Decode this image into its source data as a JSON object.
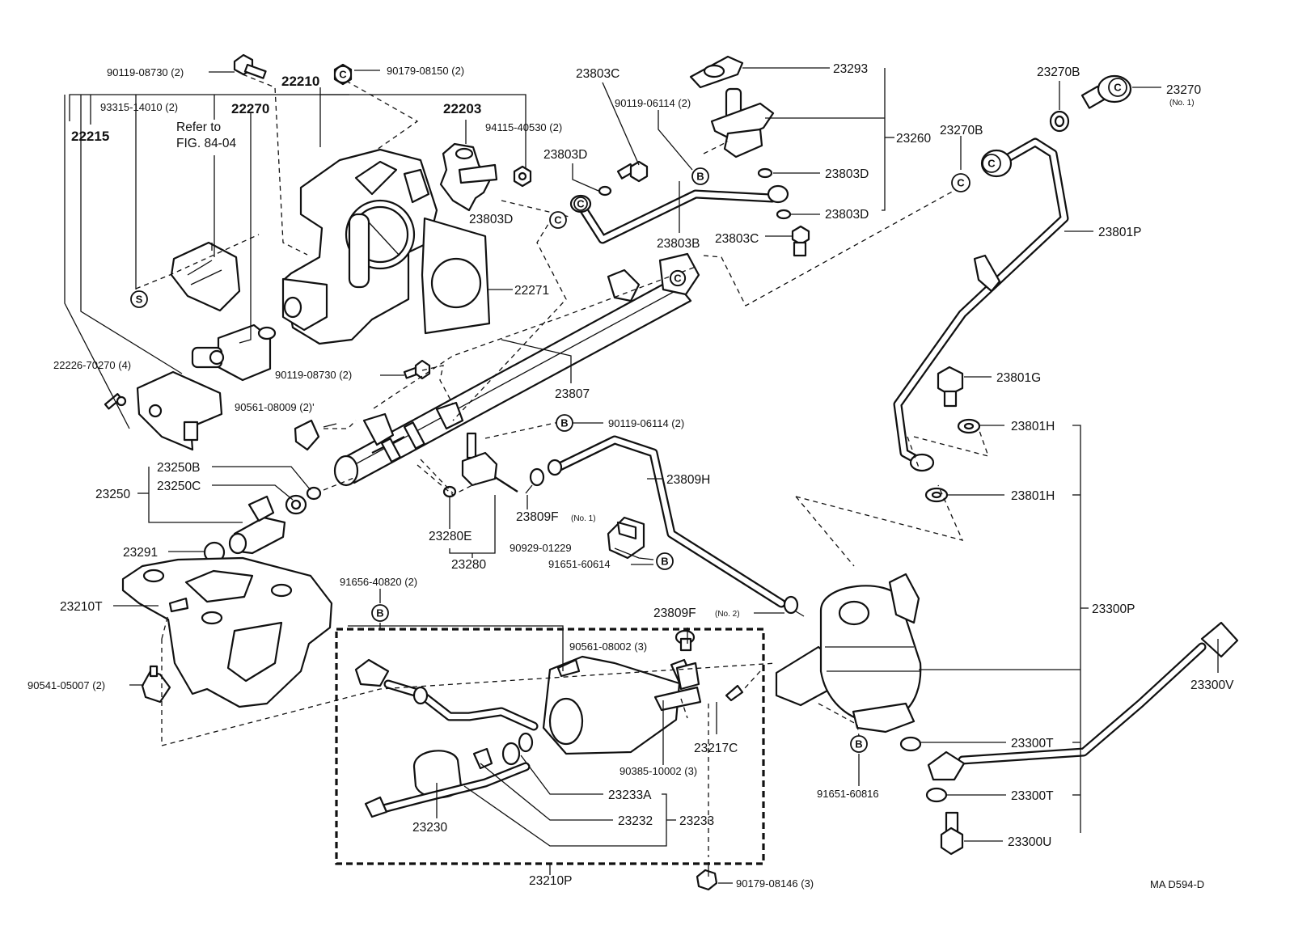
{
  "labels": [
    {
      "id": "p-90119-08730-a",
      "text": "90119-08730 (2)",
      "icon": "bolt-icon"
    },
    {
      "id": "p-90179-08150",
      "text": "90179-08150 (2)",
      "icon": "nut-icon"
    },
    {
      "id": "p-22210",
      "text": "22210",
      "icon": "throttle-body-icon"
    },
    {
      "id": "p-93315-14010",
      "text": "93315-14010 (2)",
      "icon": "stud-icon"
    },
    {
      "id": "p-22270",
      "text": "22270",
      "icon": "solenoid-valve-icon"
    },
    {
      "id": "p-22203",
      "text": "22203",
      "icon": "throttle-sensor-icon"
    },
    {
      "id": "p-94115-40530",
      "text": "94115-40530 (2)",
      "icon": "nut-icon"
    },
    {
      "id": "p-refer-1",
      "text": "Refer to"
    },
    {
      "id": "p-refer-2",
      "text": "FIG. 84-04"
    },
    {
      "id": "p-22215",
      "text": "22215",
      "icon": "gasket-icon"
    },
    {
      "id": "p-23803c-a",
      "text": "23803C",
      "icon": "union-bolt-icon"
    },
    {
      "id": "p-90119-06114-a",
      "text": "90119-06114 (2)",
      "icon": "bolt-icon"
    },
    {
      "id": "p-23293",
      "text": "23293",
      "icon": "gasket-icon"
    },
    {
      "id": "p-23260",
      "text": "23260",
      "icon": "pressure-regulator-icon"
    },
    {
      "id": "p-23803d-a",
      "text": "23803D",
      "icon": "washer-icon"
    },
    {
      "id": "p-23803d-b",
      "text": "23803D",
      "icon": "washer-icon"
    },
    {
      "id": "p-23803d-c",
      "text": "23803D",
      "icon": "washer-icon"
    },
    {
      "id": "p-23803d-d",
      "text": "23803D",
      "icon": "washer-icon"
    },
    {
      "id": "p-23803b",
      "text": "23803B",
      "icon": "fuel-pipe-icon"
    },
    {
      "id": "p-23803c-b",
      "text": "23803C",
      "icon": "union-bolt-icon"
    },
    {
      "id": "p-23270b-a",
      "text": "23270B",
      "icon": "washer-icon"
    },
    {
      "id": "p-23270b-b",
      "text": "23270B",
      "icon": "washer-icon"
    },
    {
      "id": "p-23270",
      "text": "23270",
      "icon": "union-bolt-icon"
    },
    {
      "id": "p-23270-no1",
      "text": "(No. 1)"
    },
    {
      "id": "p-23801p",
      "text": "23801P",
      "icon": "fuel-pipe-icon"
    },
    {
      "id": "p-22271",
      "text": "22271",
      "icon": "gasket-icon"
    },
    {
      "id": "p-22226-70270",
      "text": "22226-70270 (4)",
      "icon": "screw-icon"
    },
    {
      "id": "p-90119-08730-b",
      "text": "90119-08730 (2)",
      "icon": "bolt-icon"
    },
    {
      "id": "p-23807",
      "text": "23807",
      "icon": "delivery-pipe-icon"
    },
    {
      "id": "p-23801g",
      "text": "23801G",
      "icon": "union-bolt-icon"
    },
    {
      "id": "p-90561-08009",
      "text": "90561-08009 (2)'",
      "icon": "spacer-icon"
    },
    {
      "id": "p-90119-06114-b",
      "text": "90119-06114 (2)",
      "icon": "bolt-icon"
    },
    {
      "id": "p-23801h-a",
      "text": "23801H",
      "icon": "washer-icon"
    },
    {
      "id": "p-23250b",
      "text": "23250B",
      "icon": "o-ring-icon"
    },
    {
      "id": "p-23250",
      "text": "23250",
      "icon": "fuel-injector-icon"
    },
    {
      "id": "p-23250c",
      "text": "23250C",
      "icon": "insulator-icon"
    },
    {
      "id": "p-23809h",
      "text": "23809H",
      "icon": "fuel-hose-icon"
    },
    {
      "id": "p-23801h-b",
      "text": "23801H",
      "icon": "washer-icon"
    },
    {
      "id": "p-23280e",
      "text": "23280E",
      "icon": "pulsation-damper-icon"
    },
    {
      "id": "p-23809f-1",
      "text": "23809F",
      "icon": "hose-clamp-icon"
    },
    {
      "id": "p-23809f-1-sfx",
      "text": "(No. 1)"
    },
    {
      "id": "p-23280",
      "text": "23280",
      "icon": "pulsation-damper-icon"
    },
    {
      "id": "p-90929-01229",
      "text": "90929-01229",
      "icon": "resistor-icon"
    },
    {
      "id": "p-91651-60614",
      "text": "91651-60614",
      "icon": "bolt-icon"
    },
    {
      "id": "p-23291",
      "text": "23291",
      "icon": "grommet-icon"
    },
    {
      "id": "p-91656-40820",
      "text": "91656-40820 (2)",
      "icon": "bolt-icon"
    },
    {
      "id": "p-23210t",
      "text": "23210T",
      "icon": "bracket-icon"
    },
    {
      "id": "p-23809f-2",
      "text": "23809F",
      "icon": "hose-clamp-icon"
    },
    {
      "id": "p-23809f-2-sfx",
      "text": "(No. 2)"
    },
    {
      "id": "p-23300p",
      "text": "23300P",
      "icon": "fuel-filter-icon"
    },
    {
      "id": "p-90561-08002",
      "text": "90561-08002 (3)",
      "icon": "spacer-icon"
    },
    {
      "id": "p-90541-05007",
      "text": "90541-05007 (2)",
      "icon": "nut-icon"
    },
    {
      "id": "p-23300v",
      "text": "23300V",
      "icon": "fuel-hose-icon"
    },
    {
      "id": "p-23217c",
      "text": "23217C",
      "icon": "clip-icon"
    },
    {
      "id": "p-90385-10002",
      "text": "90385-10002 (3)",
      "icon": "bushing-icon"
    },
    {
      "id": "p-23300t-a",
      "text": "23300T",
      "icon": "washer-icon"
    },
    {
      "id": "p-23233a",
      "text": "23233A",
      "icon": "washer-icon"
    },
    {
      "id": "p-23233",
      "text": "23233",
      "icon": "fuel-hose-icon"
    },
    {
      "id": "p-23232",
      "text": "23232",
      "icon": "clamp-icon"
    },
    {
      "id": "p-91651-60816",
      "text": "91651-60816",
      "icon": "bolt-icon"
    },
    {
      "id": "p-23300t-b",
      "text": "23300T",
      "icon": "washer-icon"
    },
    {
      "id": "p-23230",
      "text": "23230",
      "icon": "fuel-pump-icon"
    },
    {
      "id": "p-23300u",
      "text": "23300U",
      "icon": "union-bolt-icon"
    },
    {
      "id": "p-23210p",
      "text": "23210P",
      "icon": "fuel-pump-assembly-icon"
    },
    {
      "id": "p-90179-08146",
      "text": "90179-08146 (3)",
      "icon": "nut-icon"
    },
    {
      "id": "p-code",
      "text": "MA  D594-D"
    }
  ],
  "markers": [
    {
      "id": "m-s",
      "letter": "S"
    },
    {
      "id": "m-b-1",
      "letter": "B"
    },
    {
      "id": "m-b-2",
      "letter": "B"
    },
    {
      "id": "m-b-3",
      "letter": "B"
    },
    {
      "id": "m-b-4",
      "letter": "B"
    },
    {
      "id": "m-b-5",
      "letter": "B"
    },
    {
      "id": "m-c-1",
      "letter": "C"
    },
    {
      "id": "m-c-2",
      "letter": "C"
    },
    {
      "id": "m-c-3",
      "letter": "C"
    },
    {
      "id": "m-c-4",
      "letter": "C"
    },
    {
      "id": "m-c-5",
      "letter": "C"
    },
    {
      "id": "m-c-6",
      "letter": "C"
    },
    {
      "id": "m-c-7",
      "letter": "C"
    }
  ],
  "colors": {
    "ink": "#111111",
    "paper": "#ffffff"
  }
}
